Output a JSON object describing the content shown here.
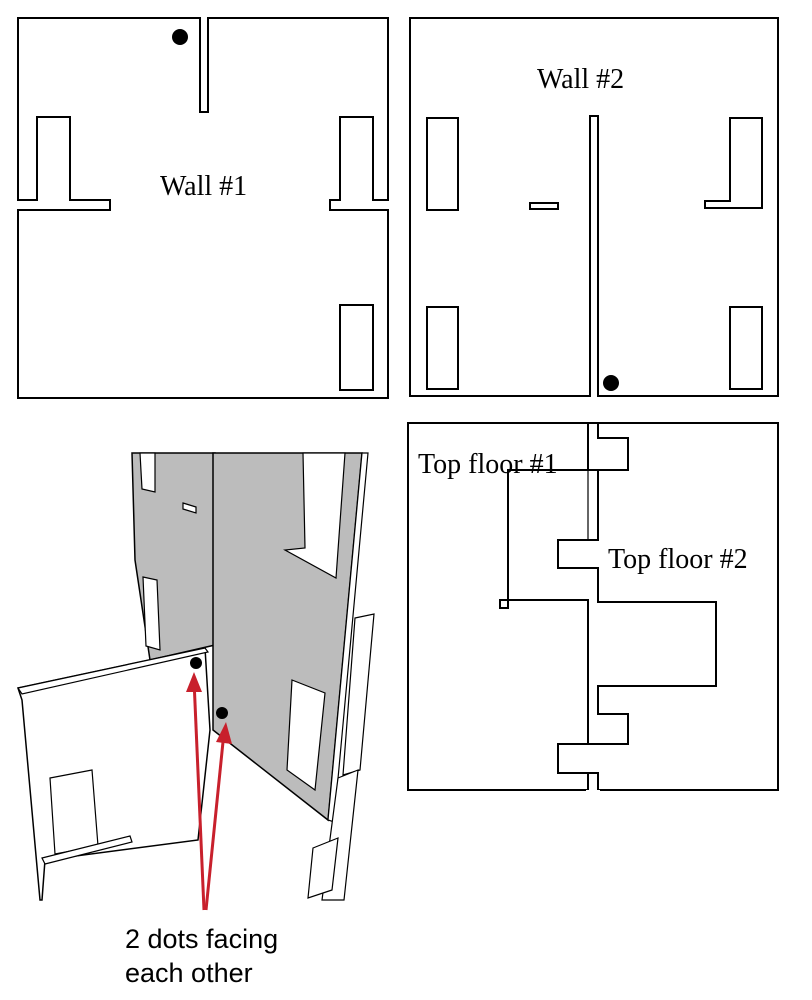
{
  "labels": {
    "wall1": "Wall #1",
    "wall2": "Wall #2",
    "top_floor1": "Top floor #1",
    "top_floor2": "Top floor #2",
    "dots_line1": "2 dots facing",
    "dots_line2": "each other"
  },
  "colors": {
    "panel_gray": "#bcbcbc",
    "arrow": "#c8202c",
    "stroke": "#000000",
    "background": "#ffffff"
  }
}
